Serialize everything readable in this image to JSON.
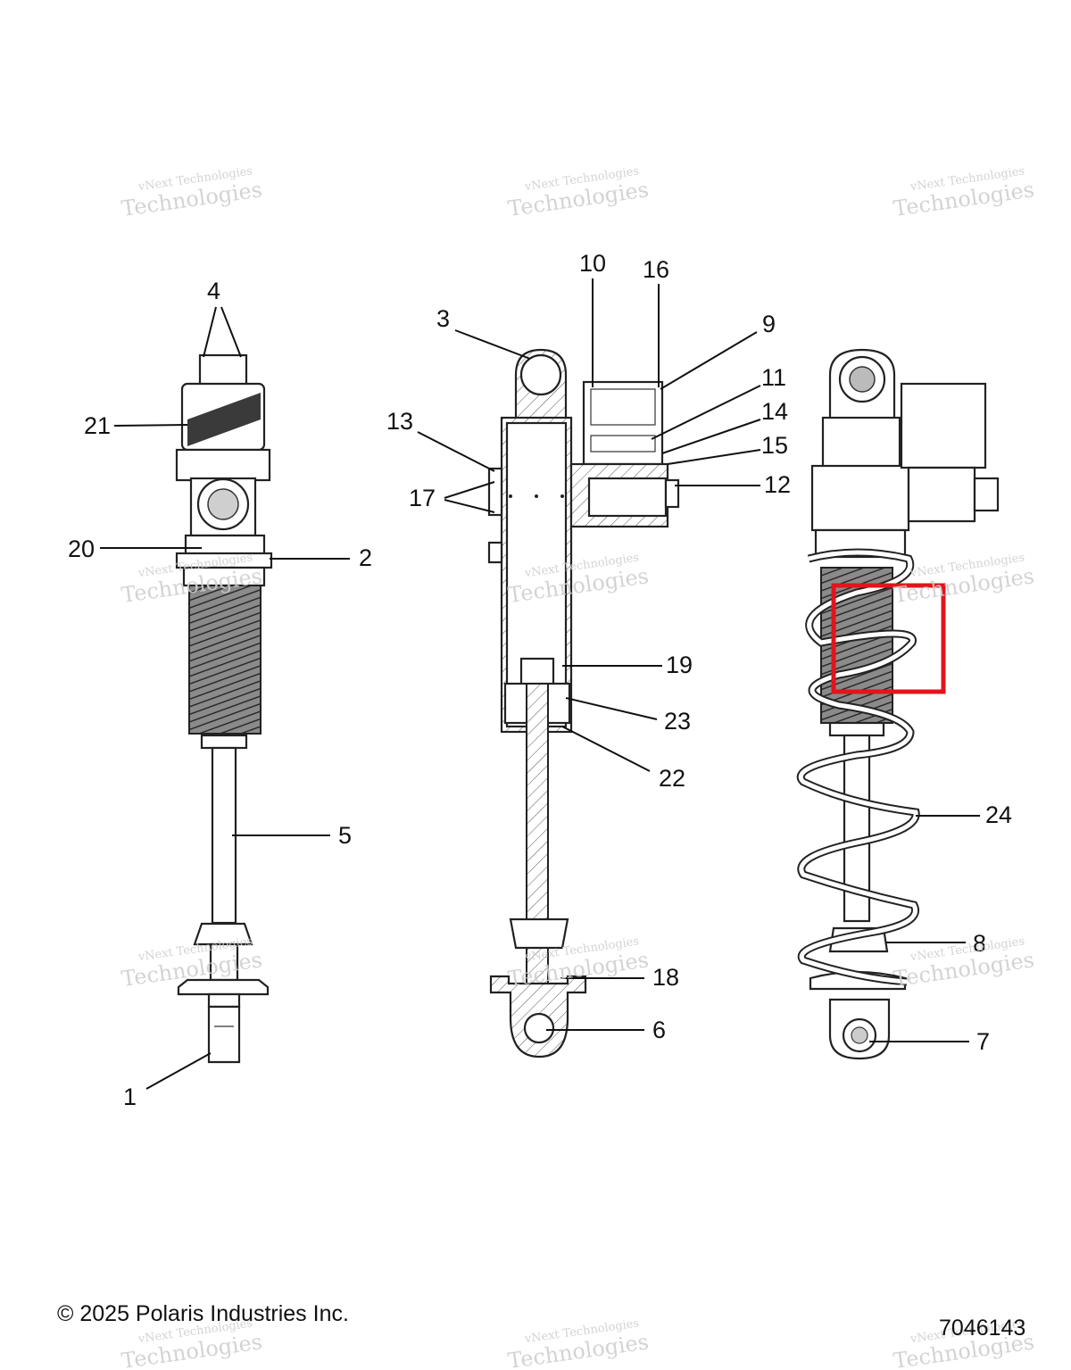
{
  "footer": {
    "copyright": "© 2025 Polaris Industries Inc.",
    "drawing_number": "7046143"
  },
  "watermark": {
    "line1": "vNext Technologies",
    "line2": "Technologies"
  },
  "callouts": {
    "c1": "1",
    "c2": "2",
    "c3": "3",
    "c4": "4",
    "c5": "5",
    "c6": "6",
    "c7": "7",
    "c8": "8",
    "c9": "9",
    "c10": "10",
    "c11": "11",
    "c12": "12",
    "c13": "13",
    "c14": "14",
    "c15": "15",
    "c16": "16",
    "c17": "17",
    "c18": "18",
    "c19": "19",
    "c20": "20",
    "c21": "21",
    "c22": "22",
    "c23": "23",
    "c24": "24"
  },
  "colors": {
    "highlight": "#e3141b",
    "line": "#111111",
    "watermark": "#cfcfcf"
  }
}
